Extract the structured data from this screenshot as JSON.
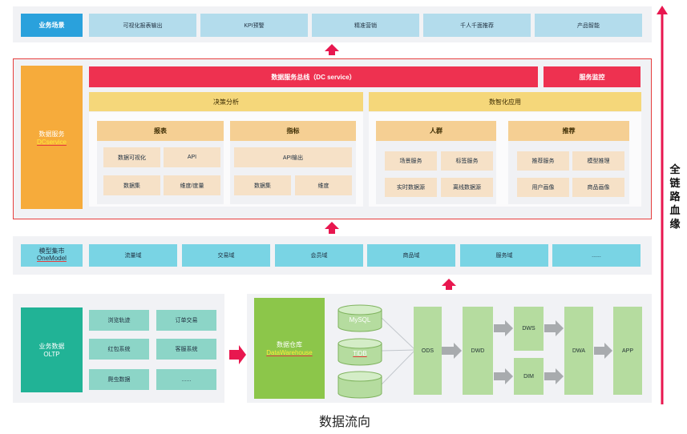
{
  "business": {
    "label": "业务场景",
    "items": [
      "可视化报表输出",
      "KPI预警",
      "精准营销",
      "千人千面推荐",
      "产品智能"
    ]
  },
  "dc": {
    "side_label": "数据服务",
    "side_sub": "DCservice",
    "bus": "数据服务总线（DC service）",
    "monitor": "服务监控",
    "decision": {
      "title": "决策分析",
      "report": {
        "title": "报表",
        "items": [
          "数据可视化",
          "API",
          "数据集",
          "维度/度量"
        ]
      },
      "metric": {
        "title": "指标",
        "api": "API输出",
        "items": [
          "数据集",
          "维度"
        ]
      }
    },
    "smart": {
      "title": "数智化应用",
      "crowd": {
        "title": "人群",
        "items": [
          "场景服务",
          "标签服务",
          "实时数据源",
          "离线数据源"
        ]
      },
      "rec": {
        "title": "推荐",
        "items": [
          "推荐服务",
          "模型推理",
          "用户画像",
          "商品画像"
        ]
      }
    }
  },
  "model": {
    "label": "模型集市",
    "sub": "OneModel",
    "items": [
      "流量域",
      "交易域",
      "会员域",
      "商品域",
      "服务域",
      "......"
    ]
  },
  "oltp": {
    "label": "业务数据",
    "sub": "OLTP",
    "items": [
      "浏览轨迹",
      "订单交易",
      "红包系统",
      "客服系统",
      "爬虫数据",
      "......"
    ]
  },
  "dw": {
    "label": "数据仓库",
    "sub": "DataWarehouse",
    "dbs": [
      "MySQL",
      "TiDB",
      ""
    ],
    "layers": [
      "ODS",
      "DWD",
      "DWS",
      "DIM",
      "DWA",
      "APP"
    ]
  },
  "lineage": "全链路血缘",
  "caption": "数据流向",
  "colors": {
    "arrow": "#e8174f",
    "border": "#e63d3d",
    "lineage": "#e8174f"
  }
}
